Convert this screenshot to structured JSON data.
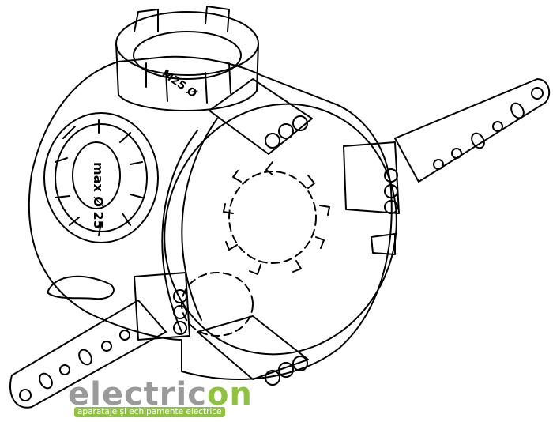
{
  "drawing": {
    "subject": "junction box technical line drawing",
    "stroke_color": "#000000",
    "background_color": "#ffffff",
    "embossed_text_top": "M25 Ø",
    "embossed_text_side": "max Ø 25"
  },
  "logo": {
    "word_part1": "electric",
    "word_part2": "on",
    "tagline": "aparataje şi echipamente electrice",
    "grey_color": "#9a9a9a",
    "green_color": "#8fc23f"
  }
}
